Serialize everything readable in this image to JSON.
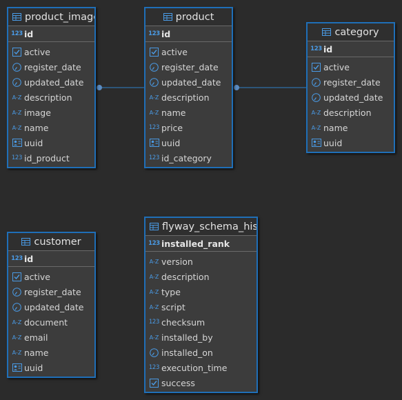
{
  "theme": {
    "background": "#2b2b2b",
    "accent": "#1f6fb8",
    "icon": "#4a9be6"
  },
  "entities": {
    "product_image": {
      "title": "product_image",
      "pk": {
        "name": "id",
        "type": "numeric"
      },
      "columns": [
        {
          "name": "active",
          "type": "boolean"
        },
        {
          "name": "register_date",
          "type": "datetime"
        },
        {
          "name": "updated_date",
          "type": "datetime"
        },
        {
          "name": "description",
          "type": "text"
        },
        {
          "name": "image",
          "type": "text"
        },
        {
          "name": "name",
          "type": "text"
        },
        {
          "name": "uuid",
          "type": "uuid"
        },
        {
          "name": "id_product",
          "type": "numeric"
        }
      ]
    },
    "product": {
      "title": "product",
      "pk": {
        "name": "id",
        "type": "numeric"
      },
      "columns": [
        {
          "name": "active",
          "type": "boolean"
        },
        {
          "name": "register_date",
          "type": "datetime"
        },
        {
          "name": "updated_date",
          "type": "datetime"
        },
        {
          "name": "description",
          "type": "text"
        },
        {
          "name": "name",
          "type": "text"
        },
        {
          "name": "price",
          "type": "numeric"
        },
        {
          "name": "uuid",
          "type": "uuid"
        },
        {
          "name": "id_category",
          "type": "numeric"
        }
      ]
    },
    "category": {
      "title": "category",
      "pk": {
        "name": "id",
        "type": "numeric"
      },
      "columns": [
        {
          "name": "active",
          "type": "boolean"
        },
        {
          "name": "register_date",
          "type": "datetime"
        },
        {
          "name": "updated_date",
          "type": "datetime"
        },
        {
          "name": "description",
          "type": "text"
        },
        {
          "name": "name",
          "type": "text"
        },
        {
          "name": "uuid",
          "type": "uuid"
        }
      ]
    },
    "customer": {
      "title": "customer",
      "pk": {
        "name": "id",
        "type": "numeric"
      },
      "columns": [
        {
          "name": "active",
          "type": "boolean"
        },
        {
          "name": "register_date",
          "type": "datetime"
        },
        {
          "name": "updated_date",
          "type": "datetime"
        },
        {
          "name": "document",
          "type": "text"
        },
        {
          "name": "email",
          "type": "text"
        },
        {
          "name": "name",
          "type": "text"
        },
        {
          "name": "uuid",
          "type": "uuid"
        }
      ]
    },
    "flyway_schema_history": {
      "title": "flyway_schema_history",
      "pk": {
        "name": "installed_rank",
        "type": "numeric"
      },
      "columns": [
        {
          "name": "version",
          "type": "text"
        },
        {
          "name": "description",
          "type": "text"
        },
        {
          "name": "type",
          "type": "text"
        },
        {
          "name": "script",
          "type": "text"
        },
        {
          "name": "checksum",
          "type": "numeric"
        },
        {
          "name": "installed_by",
          "type": "text"
        },
        {
          "name": "installed_on",
          "type": "datetime"
        },
        {
          "name": "execution_time",
          "type": "numeric"
        },
        {
          "name": "success",
          "type": "boolean"
        }
      ]
    }
  },
  "relationships": [
    {
      "from": "product_image",
      "to": "product"
    },
    {
      "from": "product",
      "to": "category"
    }
  ]
}
